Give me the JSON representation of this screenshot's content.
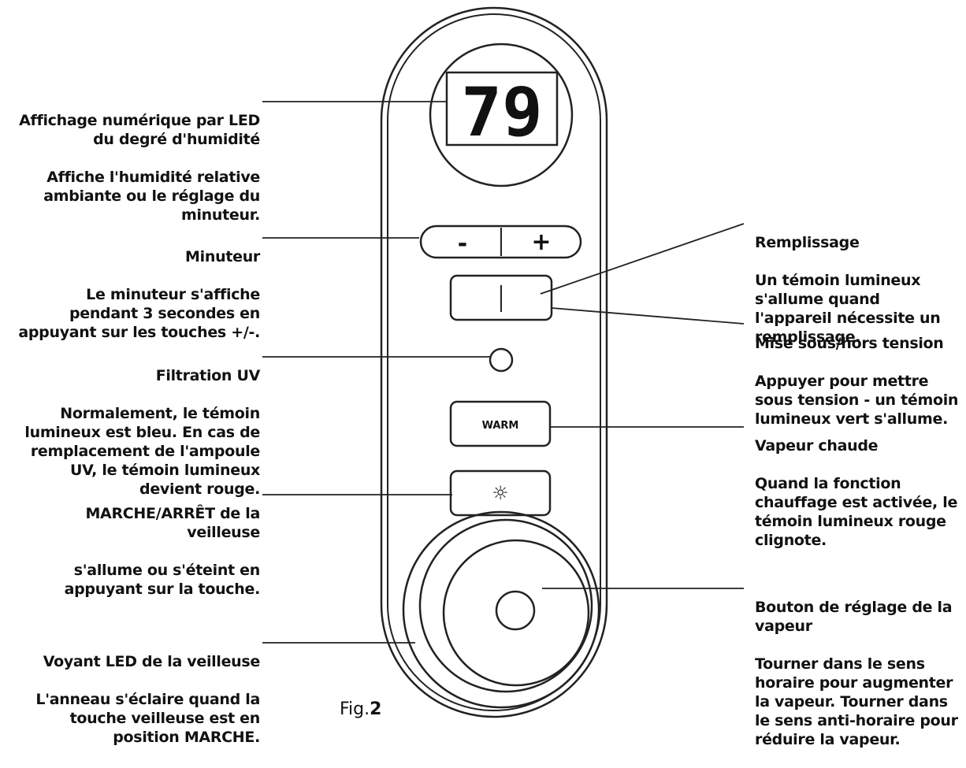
{
  "display": {
    "value": "79"
  },
  "buttons": {
    "minus": "-",
    "plus": "+",
    "warm": "WARM",
    "light": "☼"
  },
  "callouts": {
    "led_display": {
      "title": "Affichage numérique par LED du degré d'humidité",
      "body": "Affiche l'humidité relative ambiante ou le réglage du minuteur."
    },
    "timer": {
      "title": "Minuteur",
      "body": "Le minuteur s'affiche pendant 3 secondes en appuyant sur les touches +/-."
    },
    "uv": {
      "title": "Filtration UV",
      "body": "Normalement, le témoin lumineux est bleu. En cas de remplacement de l'ampoule UV, le témoin lumineux devient rouge."
    },
    "nightlight": {
      "title": "MARCHE/ARRÊT de la veilleuse",
      "body": "s'allume ou s'éteint en appuyant sur la touche."
    },
    "nightlight_led": {
      "title": "Voyant LED de la veilleuse",
      "body": "L'anneau s'éclaire quand la touche veilleuse est en position MARCHE."
    },
    "refill": {
      "title": "Remplissage",
      "body": "Un témoin lumineux s'allume quand l'appareil nécessite un remplissage."
    },
    "power": {
      "title": "Mise sous/hors tension",
      "body": "Appuyer pour mettre sous tension - un témoin lumineux vert s'allume."
    },
    "warm_mist": {
      "title": "Vapeur chaude",
      "body": "Quand la fonction chauffage est activée, le témoin lumineux rouge clignote."
    },
    "mist_knob": {
      "title": "Bouton de réglage de la vapeur",
      "body": "Tourner dans le sens horaire pour augmenter la vapeur. Tourner dans le sens anti-horaire pour réduire la vapeur."
    }
  },
  "figure": {
    "prefix": "Fig.",
    "number": "2"
  }
}
